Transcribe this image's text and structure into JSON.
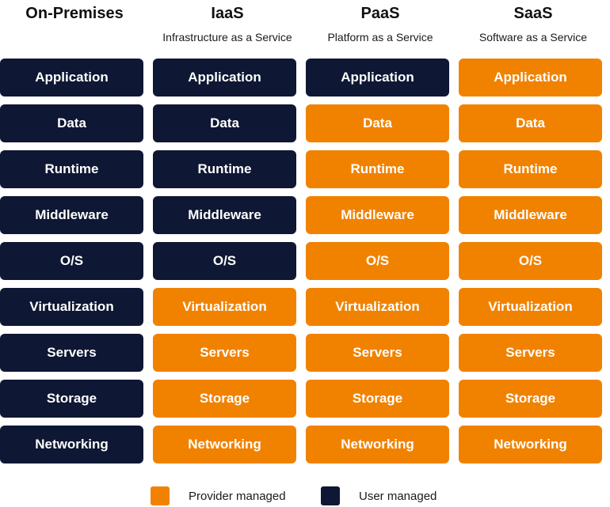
{
  "colors": {
    "provider_managed": "#F18200",
    "user_managed": "#0E1733"
  },
  "columns": [
    {
      "title": "On-Premises",
      "subtitle": "",
      "cells": [
        {
          "label": "Application",
          "managed": "user"
        },
        {
          "label": "Data",
          "managed": "user"
        },
        {
          "label": "Runtime",
          "managed": "user"
        },
        {
          "label": "Middleware",
          "managed": "user"
        },
        {
          "label": "O/S",
          "managed": "user"
        },
        {
          "label": "Virtualization",
          "managed": "user"
        },
        {
          "label": "Servers",
          "managed": "user"
        },
        {
          "label": "Storage",
          "managed": "user"
        },
        {
          "label": "Networking",
          "managed": "user"
        }
      ]
    },
    {
      "title": "IaaS",
      "subtitle": "Infrastructure as a Service",
      "cells": [
        {
          "label": "Application",
          "managed": "user"
        },
        {
          "label": "Data",
          "managed": "user"
        },
        {
          "label": "Runtime",
          "managed": "user"
        },
        {
          "label": "Middleware",
          "managed": "user"
        },
        {
          "label": "O/S",
          "managed": "user"
        },
        {
          "label": "Virtualization",
          "managed": "provider"
        },
        {
          "label": "Servers",
          "managed": "provider"
        },
        {
          "label": "Storage",
          "managed": "provider"
        },
        {
          "label": "Networking",
          "managed": "provider"
        }
      ]
    },
    {
      "title": "PaaS",
      "subtitle": "Platform as a Service",
      "cells": [
        {
          "label": "Application",
          "managed": "user"
        },
        {
          "label": "Data",
          "managed": "provider"
        },
        {
          "label": "Runtime",
          "managed": "provider"
        },
        {
          "label": "Middleware",
          "managed": "provider"
        },
        {
          "label": "O/S",
          "managed": "provider"
        },
        {
          "label": "Virtualization",
          "managed": "provider"
        },
        {
          "label": "Servers",
          "managed": "provider"
        },
        {
          "label": "Storage",
          "managed": "provider"
        },
        {
          "label": "Networking",
          "managed": "provider"
        }
      ]
    },
    {
      "title": "SaaS",
      "subtitle": "Software as a Service",
      "cells": [
        {
          "label": "Application",
          "managed": "provider"
        },
        {
          "label": "Data",
          "managed": "provider"
        },
        {
          "label": "Runtime",
          "managed": "provider"
        },
        {
          "label": "Middleware",
          "managed": "provider"
        },
        {
          "label": "O/S",
          "managed": "provider"
        },
        {
          "label": "Virtualization",
          "managed": "provider"
        },
        {
          "label": "Servers",
          "managed": "provider"
        },
        {
          "label": "Storage",
          "managed": "provider"
        },
        {
          "label": "Networking",
          "managed": "provider"
        }
      ]
    }
  ],
  "legend": {
    "provider_label": "Provider managed",
    "user_label": "User managed"
  }
}
